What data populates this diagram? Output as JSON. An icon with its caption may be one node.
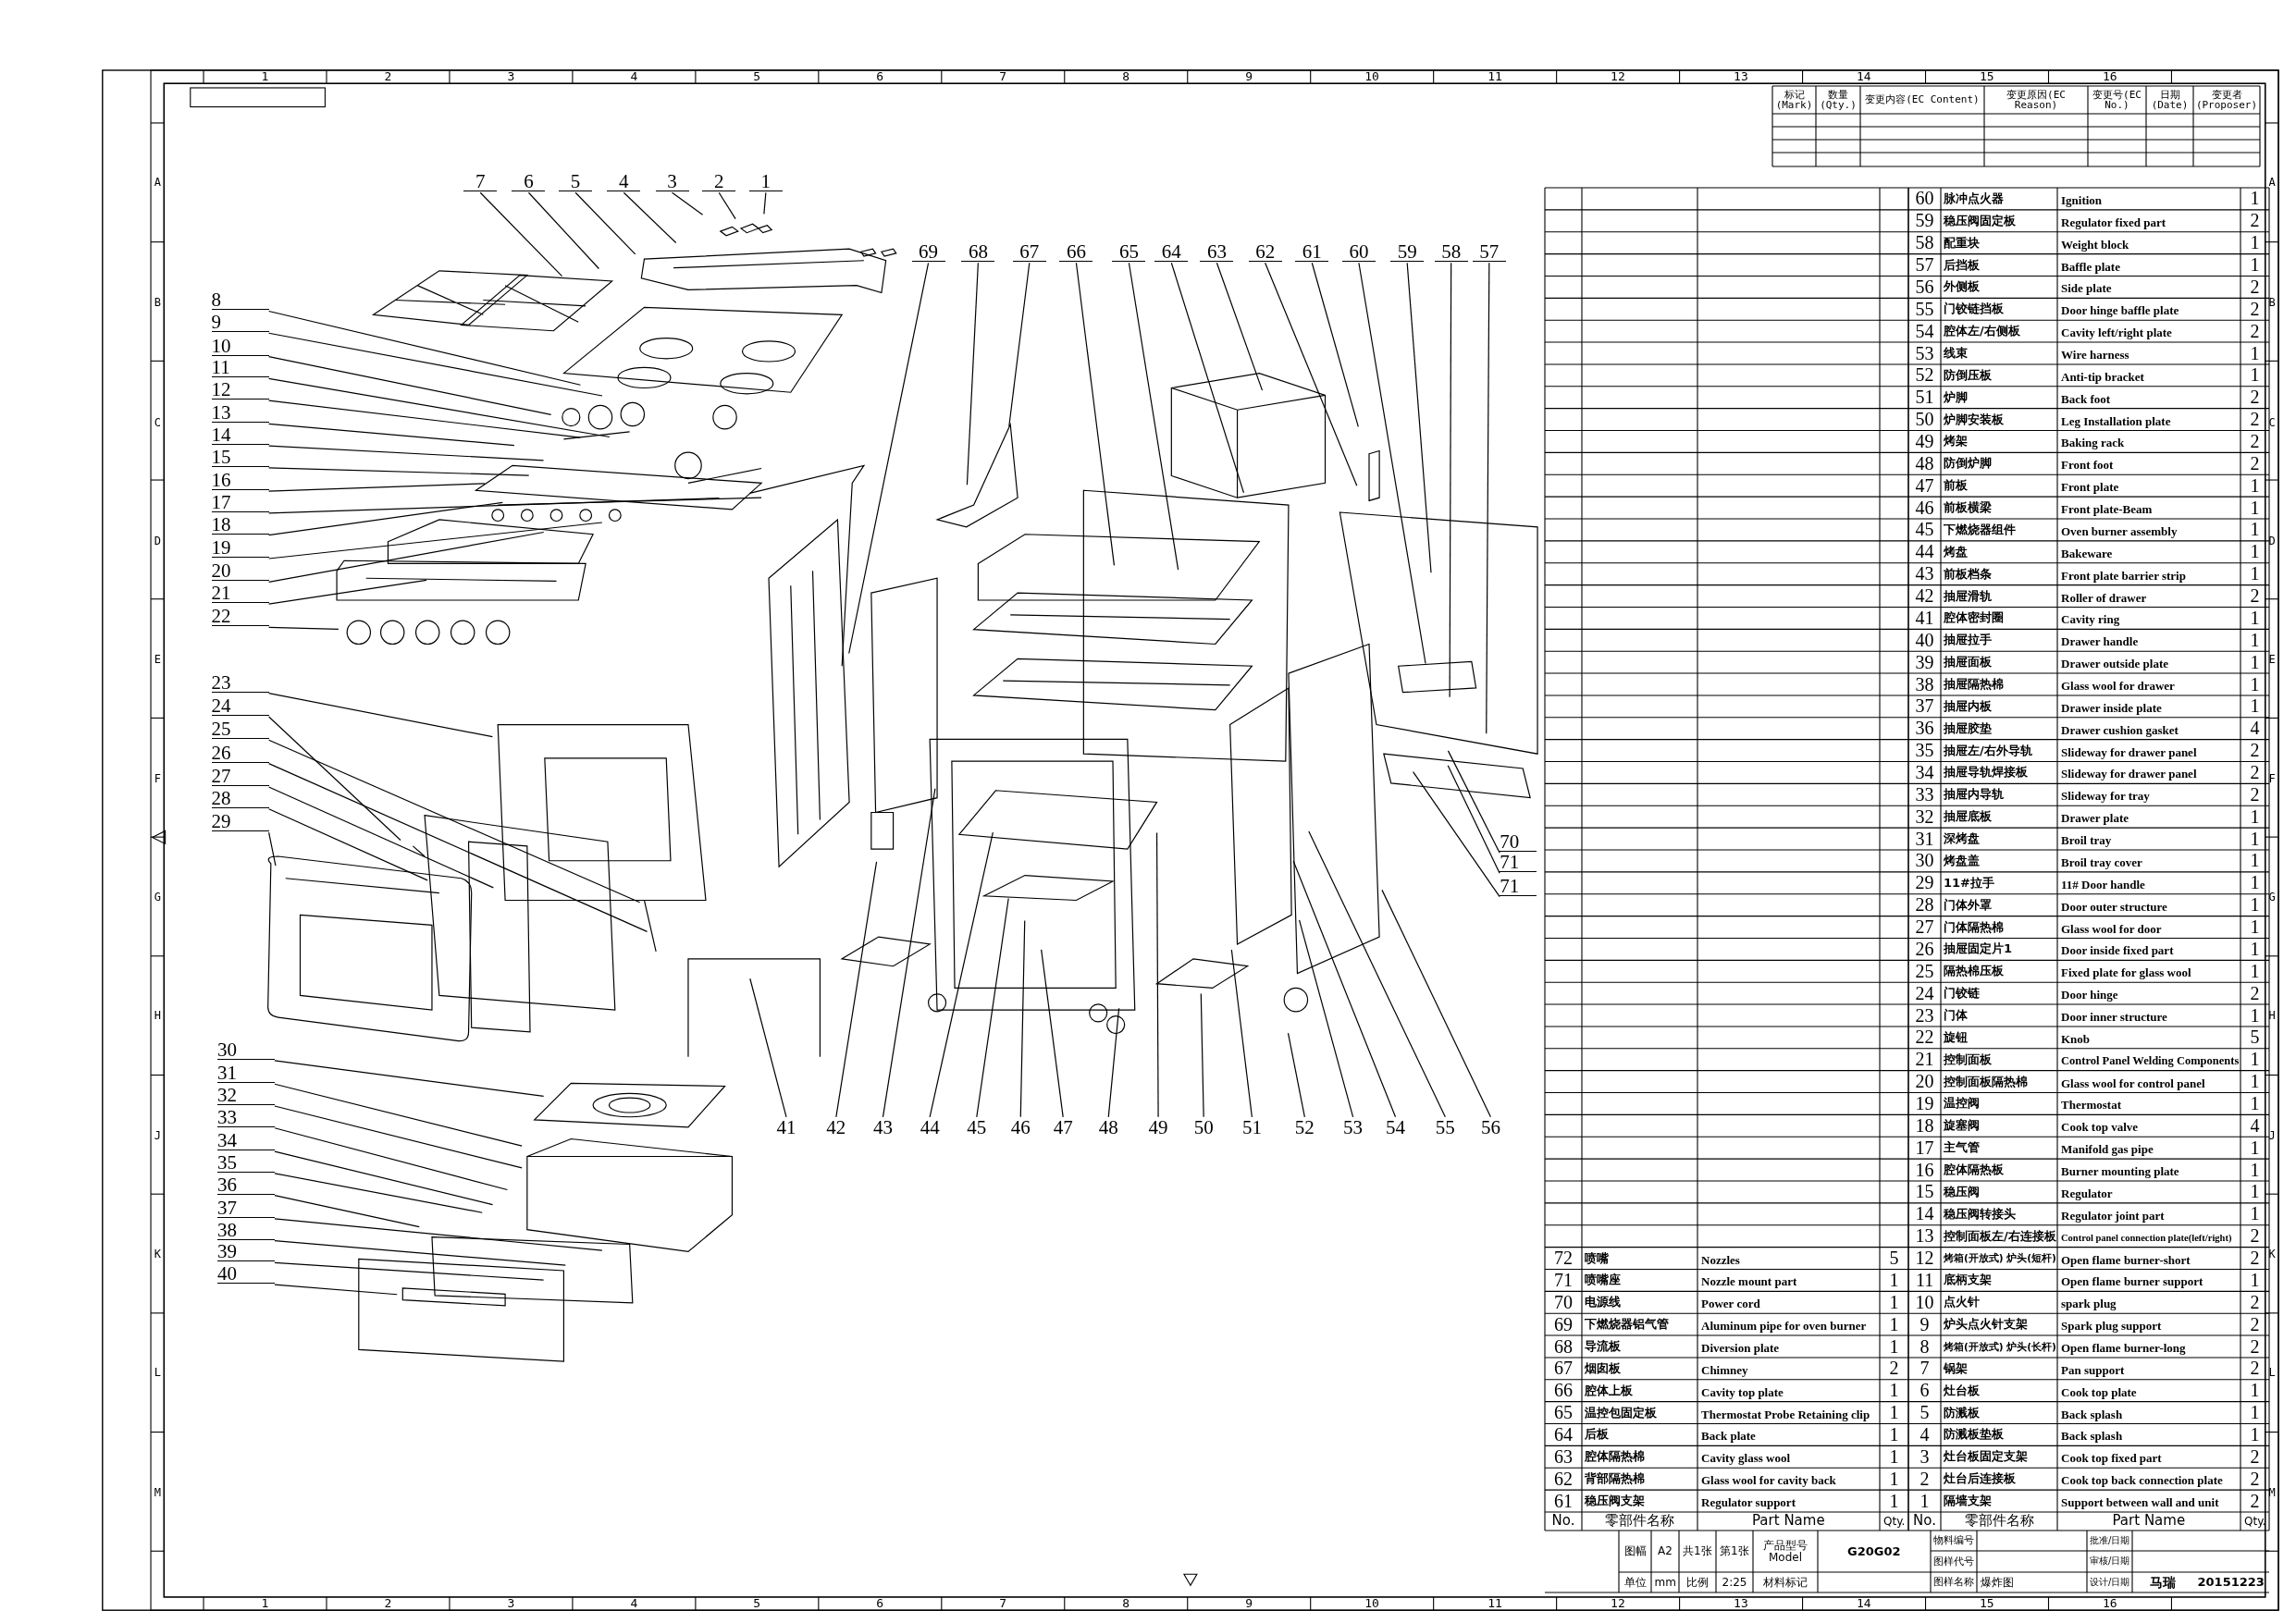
{
  "diagram": {
    "nodes": [
      {
        "text": [
          "7"
        ]
      },
      {
        "text": [
          "6"
        ]
      },
      {
        "text": [
          "5"
        ]
      },
      {
        "text": [
          "4"
        ]
      },
      {
        "text": [
          "3"
        ]
      },
      {
        "text": [
          "2"
        ]
      },
      {
        "text": [
          "1"
        ]
      },
      {
        "text": [
          "69"
        ]
      },
      {
        "text": [
          "68"
        ]
      },
      {
        "text": [
          "67"
        ]
      },
      {
        "text": [
          "66"
        ]
      },
      {
        "text": [
          "65"
        ]
      },
      {
        "text": [
          "64"
        ]
      },
      {
        "text": [
          "63"
        ]
      },
      {
        "text": [
          "62"
        ]
      },
      {
        "text": [
          "61"
        ]
      },
      {
        "text": [
          "60"
        ]
      },
      {
        "text": [
          "59"
        ]
      },
      {
        "text": [
          "58"
        ]
      },
      {
        "text": [
          "57"
        ]
      },
      {
        "text": [
          "8"
        ]
      },
      {
        "text": [
          "9"
        ]
      },
      {
        "text": [
          "10"
        ]
      },
      {
        "text": [
          "11"
        ]
      },
      {
        "text": [
          "12"
        ]
      },
      {
        "text": [
          "13"
        ]
      },
      {
        "text": [
          "14"
        ]
      },
      {
        "text": [
          "15"
        ]
      },
      {
        "text": [
          "16"
        ]
      },
      {
        "text": [
          "17"
        ]
      },
      {
        "text": [
          "18"
        ]
      },
      {
        "text": [
          "19"
        ]
      },
      {
        "text": [
          "20"
        ]
      },
      {
        "text": [
          "21"
        ]
      },
      {
        "text": [
          "22"
        ]
      },
      {
        "text": [
          "23"
        ]
      },
      {
        "text": [
          "24"
        ]
      },
      {
        "text": [
          "25"
        ]
      },
      {
        "text": [
          "26"
        ]
      },
      {
        "text": [
          "27"
        ]
      },
      {
        "text": [
          "28"
        ]
      },
      {
        "text": [
          "29"
        ]
      },
      {
        "text": [
          "70"
        ]
      },
      {
        "text": [
          "71"
        ]
      },
      {
        "text": [
          "71"
        ]
      },
      {
        "text": [
          "30"
        ]
      },
      {
        "text": [
          "31"
        ]
      },
      {
        "text": [
          "32"
        ]
      },
      {
        "text": [
          "33"
        ]
      },
      {
        "text": [
          "34"
        ]
      },
      {
        "text": [
          "35"
        ]
      },
      {
        "text": [
          "36"
        ]
      },
      {
        "text": [
          "37"
        ]
      },
      {
        "text": [
          "38"
        ]
      },
      {
        "text": [
          "39"
        ]
      },
      {
        "text": [
          "40"
        ]
      },
      {
        "text": [
          "41"
        ]
      },
      {
        "text": [
          "42"
        ]
      },
      {
        "text": [
          "43"
        ]
      },
      {
        "text": [
          "44"
        ]
      },
      {
        "text": [
          "45"
        ]
      },
      {
        "text": [
          "46"
        ]
      },
      {
        "text": [
          "47"
        ]
      },
      {
        "text": [
          "48"
        ]
      },
      {
        "text": [
          "49"
        ]
      },
      {
        "text": [
          "50"
        ]
      },
      {
        "text": [
          "51"
        ]
      },
      {
        "text": [
          "52"
        ]
      },
      {
        "text": [
          "53"
        ]
      },
      {
        "text": [
          "54"
        ]
      },
      {
        "text": [
          "55"
        ]
      },
      {
        "text": [
          "56"
        ]
      }
    ],
    "edges": [
      {
        "from": 0,
        "to": null,
        "arrow": "none"
      },
      {
        "from": 1,
        "to": null,
        "arrow": "none"
      },
      {
        "from": 2,
        "to": null,
        "arrow": "none"
      },
      {
        "from": 3,
        "to": null,
        "arrow": "none"
      },
      {
        "from": 4,
        "to": null,
        "arrow": "none"
      },
      {
        "from": 5,
        "to": null,
        "arrow": "none"
      },
      {
        "from": 6,
        "to": null,
        "arrow": "none"
      },
      {
        "from": 7,
        "to": null,
        "arrow": "none"
      },
      {
        "from": 8,
        "to": null,
        "arrow": "none"
      },
      {
        "from": 9,
        "to": null,
        "arrow": "none"
      },
      {
        "from": 10,
        "to": null,
        "arrow": "none"
      },
      {
        "from": 11,
        "to": null,
        "arrow": "none"
      },
      {
        "from": 12,
        "to": null,
        "arrow": "none"
      },
      {
        "from": 13,
        "to": null,
        "arrow": "none"
      },
      {
        "from": 14,
        "to": null,
        "arrow": "none"
      },
      {
        "from": 15,
        "to": null,
        "arrow": "none"
      },
      {
        "from": 16,
        "to": null,
        "arrow": "none"
      },
      {
        "from": 17,
        "to": null,
        "arrow": "none"
      },
      {
        "from": 18,
        "to": null,
        "arrow": "none"
      },
      {
        "from": 19,
        "to": null,
        "arrow": "none"
      },
      {
        "from": 20,
        "to": null,
        "arrow": "none"
      },
      {
        "from": 21,
        "to": null,
        "arrow": "none"
      },
      {
        "from": 22,
        "to": null,
        "arrow": "none"
      },
      {
        "from": 23,
        "to": null,
        "arrow": "none"
      },
      {
        "from": 24,
        "to": null,
        "arrow": "none"
      },
      {
        "from": 25,
        "to": null,
        "arrow": "none"
      },
      {
        "from": 26,
        "to": null,
        "arrow": "none"
      },
      {
        "from": 27,
        "to": null,
        "arrow": "none"
      },
      {
        "from": 28,
        "to": null,
        "arrow": "none"
      },
      {
        "from": 29,
        "to": null,
        "arrow": "none"
      },
      {
        "from": 30,
        "to": null,
        "arrow": "none"
      },
      {
        "from": 31,
        "to": null,
        "arrow": "none"
      },
      {
        "from": 32,
        "to": null,
        "arrow": "none"
      },
      {
        "from": 33,
        "to": null,
        "arrow": "none"
      },
      {
        "from": 34,
        "to": null,
        "arrow": "none"
      },
      {
        "from": 35,
        "to": null,
        "arrow": "none"
      },
      {
        "from": 36,
        "to": null,
        "arrow": "none"
      },
      {
        "from": 37,
        "to": null,
        "arrow": "none"
      },
      {
        "from": 38,
        "to": null,
        "arrow": "none"
      },
      {
        "from": 39,
        "to": null,
        "arrow": "none"
      },
      {
        "from": 40,
        "to": null,
        "arrow": "none"
      },
      {
        "from": 41,
        "to": null,
        "arrow": "none"
      },
      {
        "from": 42,
        "to": null,
        "arrow": "none"
      },
      {
        "from": 43,
        "to": null,
        "arrow": "none"
      },
      {
        "from": 44,
        "to": null,
        "arrow": "none"
      },
      {
        "from": 45,
        "to": null,
        "arrow": "none"
      },
      {
        "from": 46,
        "to": null,
        "arrow": "none"
      },
      {
        "from": 47,
        "to": null,
        "arrow": "none"
      },
      {
        "from": 48,
        "to": null,
        "arrow": "none"
      },
      {
        "from": 49,
        "to": null,
        "arrow": "none"
      },
      {
        "from": 50,
        "to": null,
        "arrow": "none"
      },
      {
        "from": 51,
        "to": null,
        "arrow": "none"
      },
      {
        "from": 52,
        "to": null,
        "arrow": "none"
      },
      {
        "from": 53,
        "to": null,
        "arrow": "none"
      },
      {
        "from": 54,
        "to": null,
        "arrow": "none"
      },
      {
        "from": 55,
        "to": null,
        "arrow": "none"
      },
      {
        "from": 56,
        "to": null,
        "arrow": "none"
      },
      {
        "from": 57,
        "to": null,
        "arrow": "none"
      },
      {
        "from": 58,
        "to": null,
        "arrow": "none"
      },
      {
        "from": 59,
        "to": null,
        "arrow": "none"
      },
      {
        "from": 60,
        "to": null,
        "arrow": "none"
      },
      {
        "from": 61,
        "to": null,
        "arrow": "none"
      },
      {
        "from": 62,
        "to": null,
        "arrow": "none"
      },
      {
        "from": 63,
        "to": null,
        "arrow": "none"
      },
      {
        "from": 64,
        "to": null,
        "arrow": "none"
      },
      {
        "from": 65,
        "to": null,
        "arrow": "none"
      },
      {
        "from": 66,
        "to": null,
        "arrow": "none"
      },
      {
        "from": 67,
        "to": null,
        "arrow": "none"
      },
      {
        "from": 68,
        "to": null,
        "arrow": "none"
      },
      {
        "from": 69,
        "to": null,
        "arrow": "none"
      },
      {
        "from": 70,
        "to": null,
        "arrow": "none"
      },
      {
        "from": 71,
        "to": null,
        "arrow": "none"
      }
    ],
    "labels": [
      "1",
      "2",
      "3",
      "4",
      "5",
      "6",
      "7",
      "8",
      "9",
      "10",
      "11",
      "12",
      "13",
      "14",
      "15",
      "16",
      "标记(Mark)",
      "数量(Qty.)",
      "变更内容(EC Content)",
      "变更原因(EC Reason)",
      "变更号(EC No.)",
      "日期(Date)",
      "变更者(Proposer)",
      "60",
      "脉冲点火器",
      "Ignition",
      "1",
      "59",
      "稳压阀固定板",
      "Regulator fixed part",
      "2",
      "58",
      "配重块",
      "Weight block",
      "1",
      "57",
      "后挡板",
      "Baffle plate",
      "1",
      "56",
      "外侧板",
      "Side plate",
      "2",
      "55",
      "门铰链挡板",
      "Door hinge baffle plate",
      "2",
      "54",
      "腔体左/右侧板",
      "Cavity left/right plate",
      "2",
      "53",
      "线束",
      "Wire harness",
      "1",
      "52",
      "防倒压板",
      "Anti-tip bracket",
      "1",
      "51",
      "炉脚",
      "Back foot",
      "2",
      "50",
      "炉脚安装板",
      "Leg Installation plate",
      "2",
      "49",
      "烤架",
      "Baking rack",
      "2",
      "48",
      "防倒炉脚",
      "Front foot",
      "2",
      "47",
      "前板",
      "Front plate",
      "1",
      "46",
      "前板横梁",
      "Front plate-Beam",
      "1",
      "45",
      "下燃烧器组件",
      "Oven burner assembly",
      "1",
      "44",
      "烤盘",
      "Bakeware",
      "1",
      "43",
      "前板档条",
      "Front plate barrier strip",
      "1",
      "42",
      "抽屉滑轨",
      "Roller of drawer",
      "2",
      "41",
      "腔体密封圈",
      "Cavity ring",
      "1",
      "40",
      "抽屉拉手",
      "Drawer handle",
      "1",
      "39",
      "抽屉面板",
      "Drawer outside plate",
      "1",
      "38",
      "抽屉隔热棉",
      "Glass wool for drawer",
      "1",
      "37",
      "抽屉内板",
      "Drawer inside plate",
      "1",
      "36",
      "抽屉胶垫",
      "Drawer cushion gasket",
      "4",
      "35",
      "抽屉左/右外导轨",
      "Slideway for drawer panel",
      "2",
      "34",
      "抽屉导轨焊接板",
      "Slideway for drawer panel",
      "2",
      "33",
      "抽屉内导轨",
      "Slideway for tray",
      "2",
      "32",
      "抽屉底板",
      "Drawer plate",
      "1",
      "31",
      "深烤盘",
      "Broil tray",
      "1",
      "30",
      "烤盘盖",
      "Broil tray cover",
      "1",
      "29",
      "11#拉手",
      "11# Door handle",
      "1",
      "28",
      "门体外罩",
      "Door outer structure",
      "1",
      "27",
      "门体隔热棉",
      "Glass wool for door",
      "1",
      "26",
      "抽屉固定片1",
      "Door inside fixed part",
      "1",
      "25",
      "隔热棉压板",
      "Fixed plate for glass wool",
      "1",
      "24",
      "门铰链",
      "Door hinge",
      "2",
      "23",
      "门体",
      "Door inner structure",
      "1",
      "22",
      "旋钮",
      "Knob",
      "5",
      "21",
      "控制面板",
      "Control Panel Welding Components",
      "1",
      "20",
      "控制面板隔热棉",
      "Glass wool for control panel",
      "1",
      "19",
      "温控阀",
      "Thermostat",
      "1",
      "18",
      "旋塞阀",
      "Cook top valve",
      "4",
      "17",
      "主气管",
      "Manifold gas pipe",
      "1",
      "16",
      "腔体隔热板",
      "Burner mounting plate",
      "1",
      "15",
      "稳压阀",
      "Regulator",
      "1",
      "14",
      "稳压阀转接头",
      "Regulator joint part",
      "1",
      "13",
      "控制面板左/右连接板",
      "Control panel connection plate(left/right)",
      "2",
      "72",
      "喷嘴",
      "Nozzles",
      "5",
      "12",
      "烤箱(开放式) 炉头(短杆)",
      "Open flame burner-short",
      "2",
      "71",
      "喷嘴座",
      "Nozzle mount part",
      "1",
      "11",
      "底柄支架",
      "Open flame burner support",
      "1",
      "70",
      "电源线",
      "Power cord",
      "1",
      "10",
      "点火针",
      "spark plug",
      "2",
      "69",
      "下燃烧器铝气管",
      "Aluminum pipe for oven burner",
      "1",
      "9",
      "炉头点火针支架",
      "Spark plug support",
      "2",
      "68",
      "导流板",
      "Diversion plate",
      "1",
      "8",
      "烤箱(开放式) 炉头(长杆)",
      "Open flame burner-long",
      "2",
      "67",
      "烟囱板",
      "Chimney",
      "2",
      "7",
      "锅架",
      "Pan support",
      "2",
      "66",
      "腔体上板",
      "Cavity top plate",
      "1",
      "6",
      "灶台板",
      "Cook top plate",
      "1",
      "65",
      "温控包固定板",
      "Thermostat Probe Retaining clip",
      "1",
      "5",
      "防溅板",
      "Back splash",
      "1",
      "64",
      "后板",
      "Back plate",
      "1",
      "4",
      "防溅板垫板",
      "Back splash",
      "1",
      "63",
      "腔体隔热棉",
      "Cavity glass wool",
      "1",
      "3",
      "灶台板固定支架",
      "Cook top fixed part",
      "2",
      "62",
      "背部隔热棉",
      "Glass wool for cavity back",
      "1",
      "2",
      "灶台后连接板",
      "Cook top back connection plate",
      "2",
      "61",
      "稳压阀支架",
      "Regulator support",
      "1",
      "1",
      "隔墙支架",
      "Support between wall and unit",
      "2",
      "No.",
      "零部件名称",
      "Part Name",
      "Qty.",
      "No.",
      "零部件名称",
      "Part Name",
      "Qty.",
      "图幅",
      "A2",
      "共1张",
      "第1张",
      "产品型号 Model",
      "G20G02",
      "物料编号",
      "批准/日期",
      "图样代号",
      "审核/日期",
      "单位",
      "mm",
      "比例",
      "2:25",
      "材料标记",
      "图样名称",
      "爆炸图",
      "设计/日期",
      "马瑞",
      "20151223",
      "A",
      "B",
      "C",
      "D",
      "E",
      "F",
      "G",
      "H",
      "J",
      "K",
      "L",
      "M",
      "A",
      "B",
      "C",
      "D",
      "E",
      "F",
      "G",
      "H",
      "J",
      "K",
      "L",
      "M",
      "1",
      "2",
      "3",
      "4",
      "5",
      "6",
      "7",
      "8",
      "9",
      "10",
      "11",
      "12",
      "13",
      "14",
      "15",
      "16"
    ]
  }
}
